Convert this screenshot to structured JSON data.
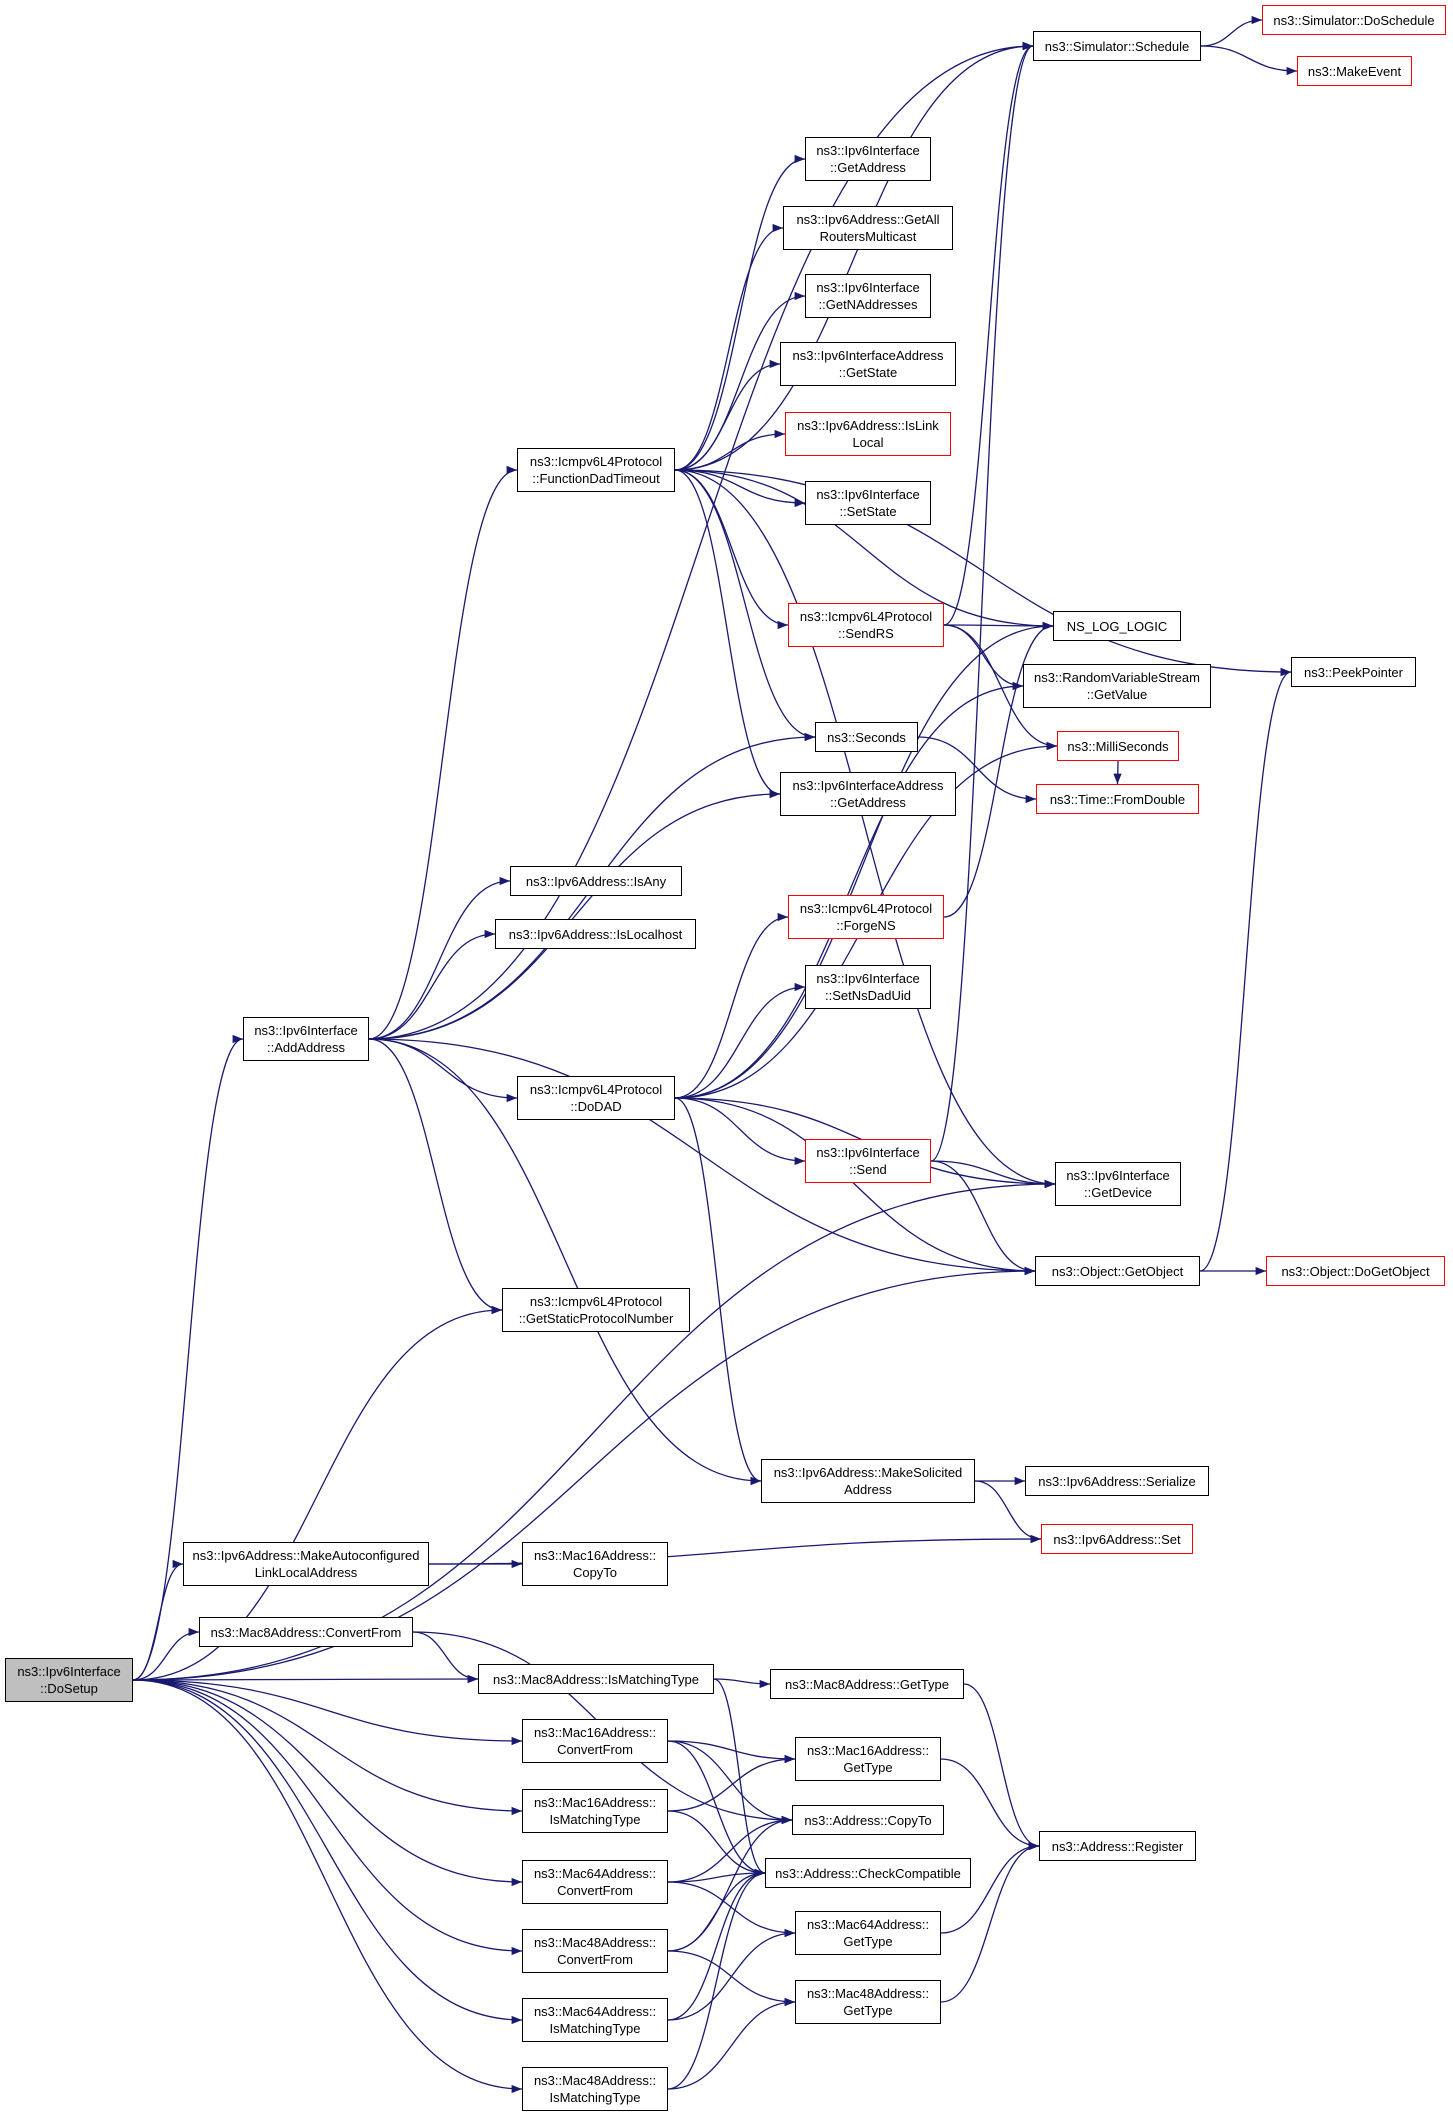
{
  "colors": {
    "edge": "#191970",
    "node_border": "#000000",
    "truncated_border": "#ff0000",
    "root_fill": "#bfbfbf"
  },
  "nodes": {
    "schedule": {
      "lines": [
        "ns3::Simulator::Schedule"
      ]
    },
    "doschedule": {
      "lines": [
        "ns3::Simulator::DoSchedule"
      ]
    },
    "makeevent": {
      "lines": [
        "ns3::MakeEvent"
      ]
    },
    "getaddress_iface": {
      "lines": [
        "ns3::Ipv6Interface",
        "::GetAddress"
      ]
    },
    "getallrouters": {
      "lines": [
        "ns3::Ipv6Address::GetAll",
        "RoutersMulticast"
      ]
    },
    "getnaddresses": {
      "lines": [
        "ns3::Ipv6Interface",
        "::GetNAddresses"
      ]
    },
    "ifaddr_getstate": {
      "lines": [
        "ns3::Ipv6InterfaceAddress",
        "::GetState"
      ]
    },
    "islinklocal": {
      "lines": [
        "ns3::Ipv6Address::IsLink",
        "Local"
      ]
    },
    "funcdad": {
      "lines": [
        "ns3::Icmpv6L4Protocol",
        "::FunctionDadTimeout"
      ]
    },
    "setstate": {
      "lines": [
        "ns3::Ipv6Interface",
        "::SetState"
      ]
    },
    "sendrs": {
      "lines": [
        "ns3::Icmpv6L4Protocol",
        "::SendRS"
      ]
    },
    "nslog": {
      "lines": [
        "NS_LOG_LOGIC"
      ]
    },
    "peekpointer": {
      "lines": [
        "ns3::PeekPointer"
      ]
    },
    "rvs_getvalue": {
      "lines": [
        "ns3::RandomVariableStream",
        "::GetValue"
      ]
    },
    "milliseconds": {
      "lines": [
        "ns3::MilliSeconds"
      ]
    },
    "seconds": {
      "lines": [
        "ns3::Seconds"
      ]
    },
    "fromdouble": {
      "lines": [
        "ns3::Time::FromDouble"
      ]
    },
    "ifaddr_getaddress": {
      "lines": [
        "ns3::Ipv6InterfaceAddress",
        "::GetAddress"
      ]
    },
    "isany": {
      "lines": [
        "ns3::Ipv6Address::IsAny"
      ]
    },
    "islocalhost": {
      "lines": [
        "ns3::Ipv6Address::IsLocalhost"
      ]
    },
    "forgens": {
      "lines": [
        "ns3::Icmpv6L4Protocol",
        "::ForgeNS"
      ]
    },
    "setnsdaduid": {
      "lines": [
        "ns3::Ipv6Interface",
        "::SetNsDadUid"
      ]
    },
    "addaddress": {
      "lines": [
        "ns3::Ipv6Interface",
        "::AddAddress"
      ]
    },
    "dodad": {
      "lines": [
        "ns3::Icmpv6L4Protocol",
        "::DoDAD"
      ]
    },
    "send": {
      "lines": [
        "ns3::Ipv6Interface",
        "::Send"
      ]
    },
    "getdevice": {
      "lines": [
        "ns3::Ipv6Interface",
        "::GetDevice"
      ]
    },
    "getobject": {
      "lines": [
        "ns3::Object::GetObject"
      ]
    },
    "dogetobject": {
      "lines": [
        "ns3::Object::DoGetObject"
      ]
    },
    "getstaticproto": {
      "lines": [
        "ns3::Icmpv6L4Protocol",
        "::GetStaticProtocolNumber"
      ]
    },
    "makesolicited": {
      "lines": [
        "ns3::Ipv6Address::MakeSolicited",
        "Address"
      ]
    },
    "serialize": {
      "lines": [
        "ns3::Ipv6Address::Serialize"
      ]
    },
    "makeautoconf": {
      "lines": [
        "ns3::Ipv6Address::MakeAutoconfigured",
        "LinkLocalAddress"
      ]
    },
    "ipv6set": {
      "lines": [
        "ns3::Ipv6Address::Set"
      ]
    },
    "mac16copyto": {
      "lines": [
        "ns3::Mac16Address::",
        "CopyTo"
      ]
    },
    "mac8convert": {
      "lines": [
        "ns3::Mac8Address::ConvertFrom"
      ]
    },
    "dosetup": {
      "lines": [
        "ns3::Ipv6Interface",
        "::DoSetup"
      ]
    },
    "mac8ismatch": {
      "lines": [
        "ns3::Mac8Address::IsMatchingType"
      ]
    },
    "mac8gettype": {
      "lines": [
        "ns3::Mac8Address::GetType"
      ]
    },
    "mac16convert": {
      "lines": [
        "ns3::Mac16Address::",
        "ConvertFrom"
      ]
    },
    "mac16gettype": {
      "lines": [
        "ns3::Mac16Address::",
        "GetType"
      ]
    },
    "mac16ismatch": {
      "lines": [
        "ns3::Mac16Address::",
        "IsMatchingType"
      ]
    },
    "addrcopyto": {
      "lines": [
        "ns3::Address::CopyTo"
      ]
    },
    "addrregister": {
      "lines": [
        "ns3::Address::Register"
      ]
    },
    "mac64convert": {
      "lines": [
        "ns3::Mac64Address::",
        "ConvertFrom"
      ]
    },
    "checkcompat": {
      "lines": [
        "ns3::Address::CheckCompatible"
      ]
    },
    "mac64gettype": {
      "lines": [
        "ns3::Mac64Address::",
        "GetType"
      ]
    },
    "mac48convert": {
      "lines": [
        "ns3::Mac48Address::",
        "ConvertFrom"
      ]
    },
    "mac48gettype": {
      "lines": [
        "ns3::Mac48Address::",
        "GetType"
      ]
    },
    "mac64ismatch": {
      "lines": [
        "ns3::Mac64Address::",
        "IsMatchingType"
      ]
    },
    "mac48ismatch": {
      "lines": [
        "ns3::Mac48Address::",
        "IsMatchingType"
      ]
    }
  },
  "edges": [
    [
      "dosetup",
      "addaddress"
    ],
    [
      "dosetup",
      "getstaticproto"
    ],
    [
      "dosetup",
      "getdevice"
    ],
    [
      "dosetup",
      "getobject"
    ],
    [
      "dosetup",
      "makeautoconf"
    ],
    [
      "dosetup",
      "mac8convert"
    ],
    [
      "dosetup",
      "mac8ismatch"
    ],
    [
      "dosetup",
      "mac16convert"
    ],
    [
      "dosetup",
      "mac16ismatch"
    ],
    [
      "dosetup",
      "mac64convert"
    ],
    [
      "dosetup",
      "mac48convert"
    ],
    [
      "dosetup",
      "mac64ismatch"
    ],
    [
      "dosetup",
      "mac48ismatch"
    ],
    [
      "addaddress",
      "schedule"
    ],
    [
      "addaddress",
      "funcdad"
    ],
    [
      "addaddress",
      "isany"
    ],
    [
      "addaddress",
      "islocalhost"
    ],
    [
      "addaddress",
      "dodad"
    ],
    [
      "addaddress",
      "getstaticproto"
    ],
    [
      "addaddress",
      "getobject"
    ],
    [
      "addaddress",
      "makesolicited"
    ],
    [
      "addaddress",
      "seconds"
    ],
    [
      "addaddress",
      "ifaddr_getaddress"
    ],
    [
      "funcdad",
      "schedule"
    ],
    [
      "funcdad",
      "getaddress_iface"
    ],
    [
      "funcdad",
      "getallrouters"
    ],
    [
      "funcdad",
      "getnaddresses"
    ],
    [
      "funcdad",
      "ifaddr_getstate"
    ],
    [
      "funcdad",
      "islinklocal"
    ],
    [
      "funcdad",
      "setstate"
    ],
    [
      "funcdad",
      "sendrs"
    ],
    [
      "funcdad",
      "nslog"
    ],
    [
      "funcdad",
      "peekpointer"
    ],
    [
      "funcdad",
      "seconds"
    ],
    [
      "funcdad",
      "ifaddr_getaddress"
    ],
    [
      "funcdad",
      "getdevice"
    ],
    [
      "sendrs",
      "schedule"
    ],
    [
      "sendrs",
      "nslog"
    ],
    [
      "sendrs",
      "rvs_getvalue"
    ],
    [
      "sendrs",
      "milliseconds"
    ],
    [
      "schedule",
      "doschedule"
    ],
    [
      "schedule",
      "makeevent"
    ],
    [
      "seconds",
      "fromdouble"
    ],
    [
      "milliseconds",
      "fromdouble"
    ],
    [
      "dodad",
      "forgens"
    ],
    [
      "dodad",
      "setnsdaduid"
    ],
    [
      "dodad",
      "send"
    ],
    [
      "dodad",
      "getdevice"
    ],
    [
      "dodad",
      "getobject"
    ],
    [
      "dodad",
      "makesolicited"
    ],
    [
      "dodad",
      "nslog"
    ],
    [
      "dodad",
      "rvs_getvalue"
    ],
    [
      "dodad",
      "milliseconds"
    ],
    [
      "forgens",
      "nslog"
    ],
    [
      "send",
      "getdevice"
    ],
    [
      "send",
      "getobject"
    ],
    [
      "send",
      "schedule"
    ],
    [
      "getobject",
      "dogetobject"
    ],
    [
      "getobject",
      "peekpointer"
    ],
    [
      "makesolicited",
      "serialize"
    ],
    [
      "makesolicited",
      "ipv6set"
    ],
    [
      "makeautoconf",
      "mac16copyto"
    ],
    [
      "makeautoconf",
      "ipv6set"
    ],
    [
      "mac8convert",
      "mac8ismatch"
    ],
    [
      "mac8convert",
      "addrcopyto"
    ],
    [
      "mac8ismatch",
      "mac8gettype"
    ],
    [
      "mac8ismatch",
      "checkcompat"
    ],
    [
      "mac8gettype",
      "addrregister"
    ],
    [
      "mac16convert",
      "mac16gettype"
    ],
    [
      "mac16convert",
      "addrcopyto"
    ],
    [
      "mac16convert",
      "checkcompat"
    ],
    [
      "mac16ismatch",
      "mac16gettype"
    ],
    [
      "mac16ismatch",
      "checkcompat"
    ],
    [
      "mac16gettype",
      "addrregister"
    ],
    [
      "mac64convert",
      "addrcopyto"
    ],
    [
      "mac64convert",
      "checkcompat"
    ],
    [
      "mac64convert",
      "mac64gettype"
    ],
    [
      "mac48convert",
      "addrcopyto"
    ],
    [
      "mac48convert",
      "checkcompat"
    ],
    [
      "mac48convert",
      "mac48gettype"
    ],
    [
      "mac64ismatch",
      "mac64gettype"
    ],
    [
      "mac64ismatch",
      "checkcompat"
    ],
    [
      "mac64gettype",
      "addrregister"
    ],
    [
      "mac48ismatch",
      "mac48gettype"
    ],
    [
      "mac48ismatch",
      "checkcompat"
    ],
    [
      "mac48gettype",
      "addrregister"
    ]
  ]
}
